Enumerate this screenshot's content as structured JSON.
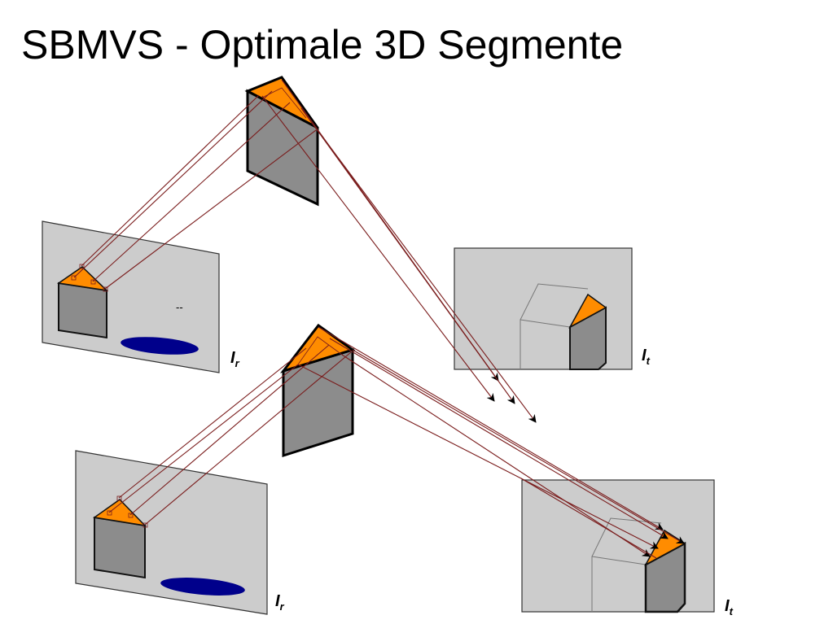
{
  "slide": {
    "title": "SBMVS - Optimale 3D Segmente"
  },
  "labels": {
    "reference_image": "I",
    "reference_subscript": "r",
    "target_image": "I",
    "target_subscript": "t",
    "small_mark": "--"
  },
  "colors": {
    "roof": "#ff8c00",
    "wall": "#8c8c8c",
    "image_plane": "#cccccc",
    "shadow": "#00008b",
    "ray": "#7a1c1c",
    "ghost_outline": "#777777"
  }
}
